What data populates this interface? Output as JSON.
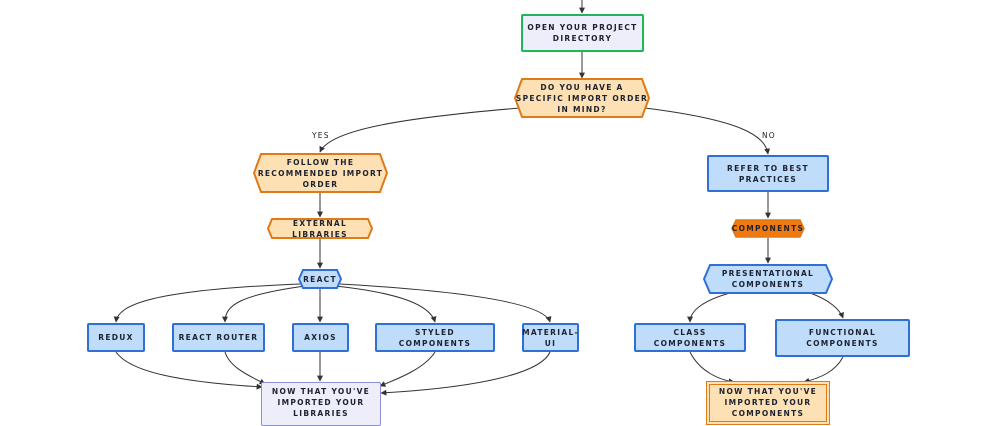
{
  "nodes": {
    "open_dir": "OPEN YOUR PROJECT\nDIRECTORY",
    "import_order_q": "DO YOU HAVE A\nSPECIFIC IMPORT ORDER\nIN MIND?",
    "follow_recommended": "FOLLOW THE\nRECOMMENDED IMPORT\nORDER",
    "best_practices": "REFER TO BEST\nPRACTICES",
    "external_libs": "EXTERNAL LIBRARIES",
    "components": "COMPONENTS",
    "react": "REACT",
    "presentational": "PRESENTATIONAL\nCOMPONENTS",
    "redux": "REDUX",
    "react_router": "REACT ROUTER",
    "axios": "AXIOS",
    "styled_components": "STYLED COMPONENTS",
    "material_ui": "MATERIAL-UI",
    "class_components": "CLASS COMPONENTS",
    "functional_components": "FUNCTIONAL\nCOMPONENTS",
    "imported_libraries": "NOW THAT YOU'VE\nIMPORTED YOUR\nLIBRARIES",
    "imported_components": "NOW THAT YOU'VE\nIMPORTED YOUR\nCOMPONENTS"
  },
  "edge_labels": {
    "yes": "YES",
    "no": "NO"
  },
  "colors": {
    "line": "#333333",
    "orange_stroke": "#e07a16",
    "orange_fill": "#fde0b4",
    "blue_stroke": "#2f6fd6",
    "blue_fill": "#bfdcfb",
    "components_fill": "#f07a10",
    "green_stroke": "#21b55a",
    "lavender_fill": "#eeeefb"
  }
}
